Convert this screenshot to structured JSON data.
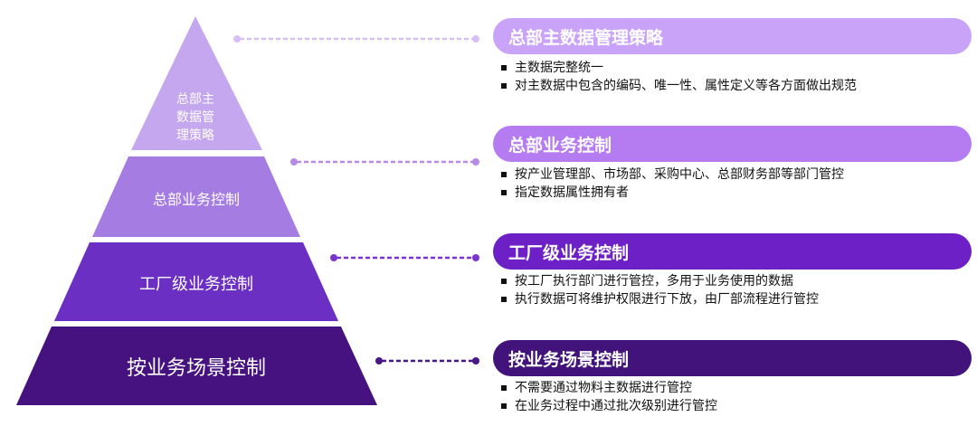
{
  "pyramid": {
    "tiers": [
      {
        "lines": [
          "总部主",
          "数据管",
          "理策略"
        ],
        "color": "#c4a7ee"
      },
      {
        "lines": [
          "总部业务控制"
        ],
        "color": "#a57ce2"
      },
      {
        "lines": [
          "工厂级业务控制"
        ],
        "color": "#6b2fc4"
      },
      {
        "lines": [
          "按业务场景控制"
        ],
        "color": "#45127f"
      }
    ]
  },
  "panels": [
    {
      "title": "总部主数据管理策略",
      "color": "#c9a3f7",
      "bullets": [
        "主数据完整统一",
        "对主数据中包含的编码、唯一性、属性定义等各方面做出规范"
      ]
    },
    {
      "title": "总部业务控制",
      "color": "#b57cf1",
      "bullets": [
        "按产业管理部、市场部、采购中心、总部财务部等部门管控",
        "指定数据属性拥有者"
      ]
    },
    {
      "title": "工厂级业务控制",
      "color": "#6d20c6",
      "bullets": [
        "按工厂执行部门进行管控，多用于业务使用的数据",
        "执行数据可将维护权限进行下放，由厂部流程进行管控"
      ]
    },
    {
      "title": "按业务场景控制",
      "color": "#42137a",
      "bullets": [
        "不需要通过物料主数据进行管控",
        "在业务过程中通过批次级别进行管控"
      ]
    }
  ],
  "connectors": [
    {
      "color": "#d9bff7"
    },
    {
      "color": "#b78ae6"
    },
    {
      "color": "#7a35cc"
    },
    {
      "color": "#4a1585"
    }
  ]
}
